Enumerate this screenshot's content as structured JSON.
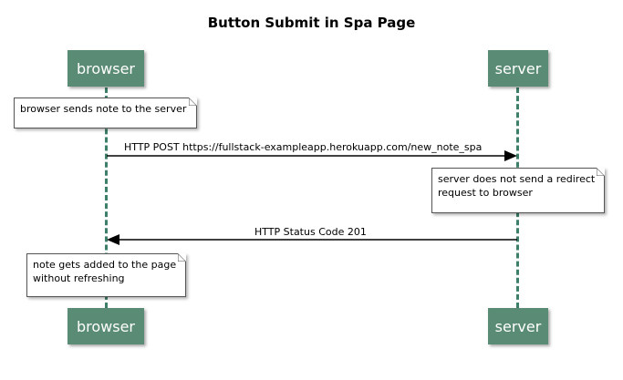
{
  "title": "Button Submit in Spa Page",
  "participants": {
    "browser": "browser",
    "server": "server"
  },
  "notes": {
    "n1": [
      "browser sends note to the server"
    ],
    "n2": [
      "server does not send a redirect",
      "request to browser"
    ],
    "n3": [
      "note gets added to the page",
      "without refreshing"
    ]
  },
  "messages": {
    "m1": "HTTP POST https://fullstack-exampleapp.herokuapp.com/new_note_spa",
    "m2": "HTTP Status Code 201"
  },
  "colors": {
    "participant_fill": "#5a8b74",
    "lifeline": "#3d7f6a",
    "arrow": "#000000"
  }
}
